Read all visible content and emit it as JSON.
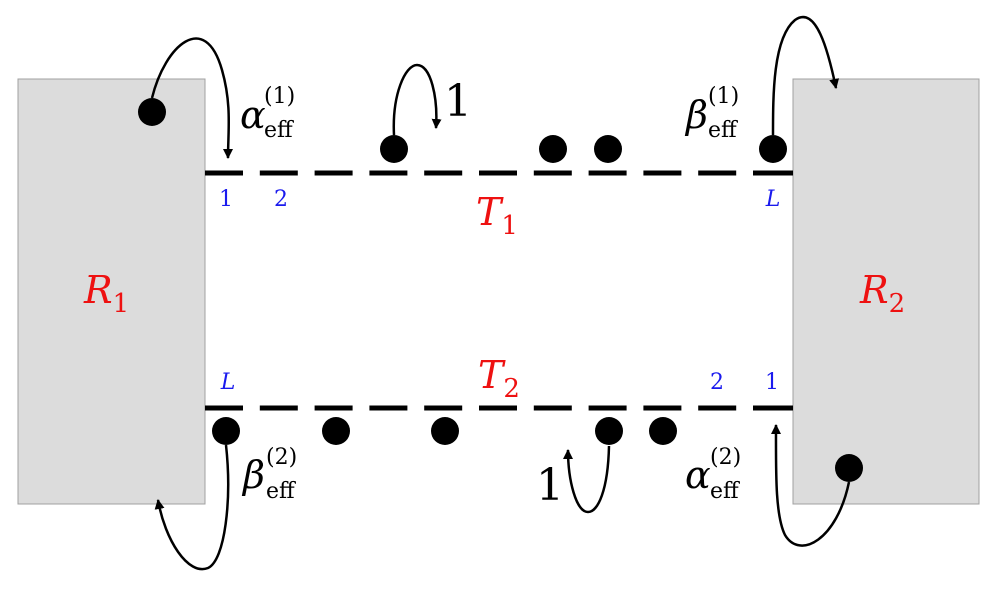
{
  "colors": {
    "reservoir_fill": "#dcdcdc",
    "reservoir_stroke": "#a0a0a0",
    "ink": "#000000",
    "label_red": "#ee1111",
    "label_blue": "#1a1aee"
  },
  "reservoirs": {
    "left": {
      "symbol": "R",
      "sub": "1"
    },
    "right": {
      "symbol": "R",
      "sub": "2"
    }
  },
  "tracks": {
    "top": {
      "symbol": "T",
      "sub": "1",
      "site_first": "1",
      "site_second": "2",
      "site_last": "L"
    },
    "bottom": {
      "symbol": "T",
      "sub": "2",
      "site_first": "1",
      "site_second": "2",
      "site_last": "L"
    }
  },
  "rates": {
    "alpha1": {
      "symbol": "α",
      "sup": "(1)",
      "sub": "eff"
    },
    "beta1": {
      "symbol": "β",
      "sup": "(1)",
      "sub": "eff"
    },
    "beta2": {
      "symbol": "β",
      "sup": "(2)",
      "sub": "eff"
    },
    "alpha2": {
      "symbol": "α",
      "sup": "(2)",
      "sub": "eff"
    },
    "hop_top": "1",
    "hop_bottom": "1"
  },
  "icons": [
    "particle-icon",
    "arrow-icon"
  ]
}
